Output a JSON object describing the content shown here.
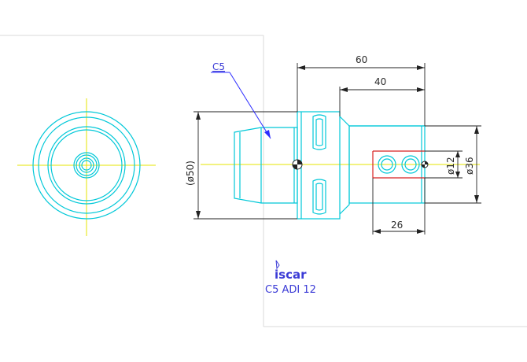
{
  "drawing": {
    "leader_label": "C5",
    "dimensions": {
      "overall_length": "60",
      "body_length": "40",
      "flange_diameter": "(ø50)",
      "shank_diameter": "ø36",
      "bore_diameter": "ø12",
      "bore_depth": "26"
    },
    "logo_text": "iscar",
    "caption": "C5  ADI  12"
  },
  "colors": {
    "outline": "#00c8d8",
    "centerline": "#e6e600",
    "dimension": "#222222",
    "leader": "#2b2bff",
    "section": "#d82020",
    "caption": "#3b3bd6"
  }
}
